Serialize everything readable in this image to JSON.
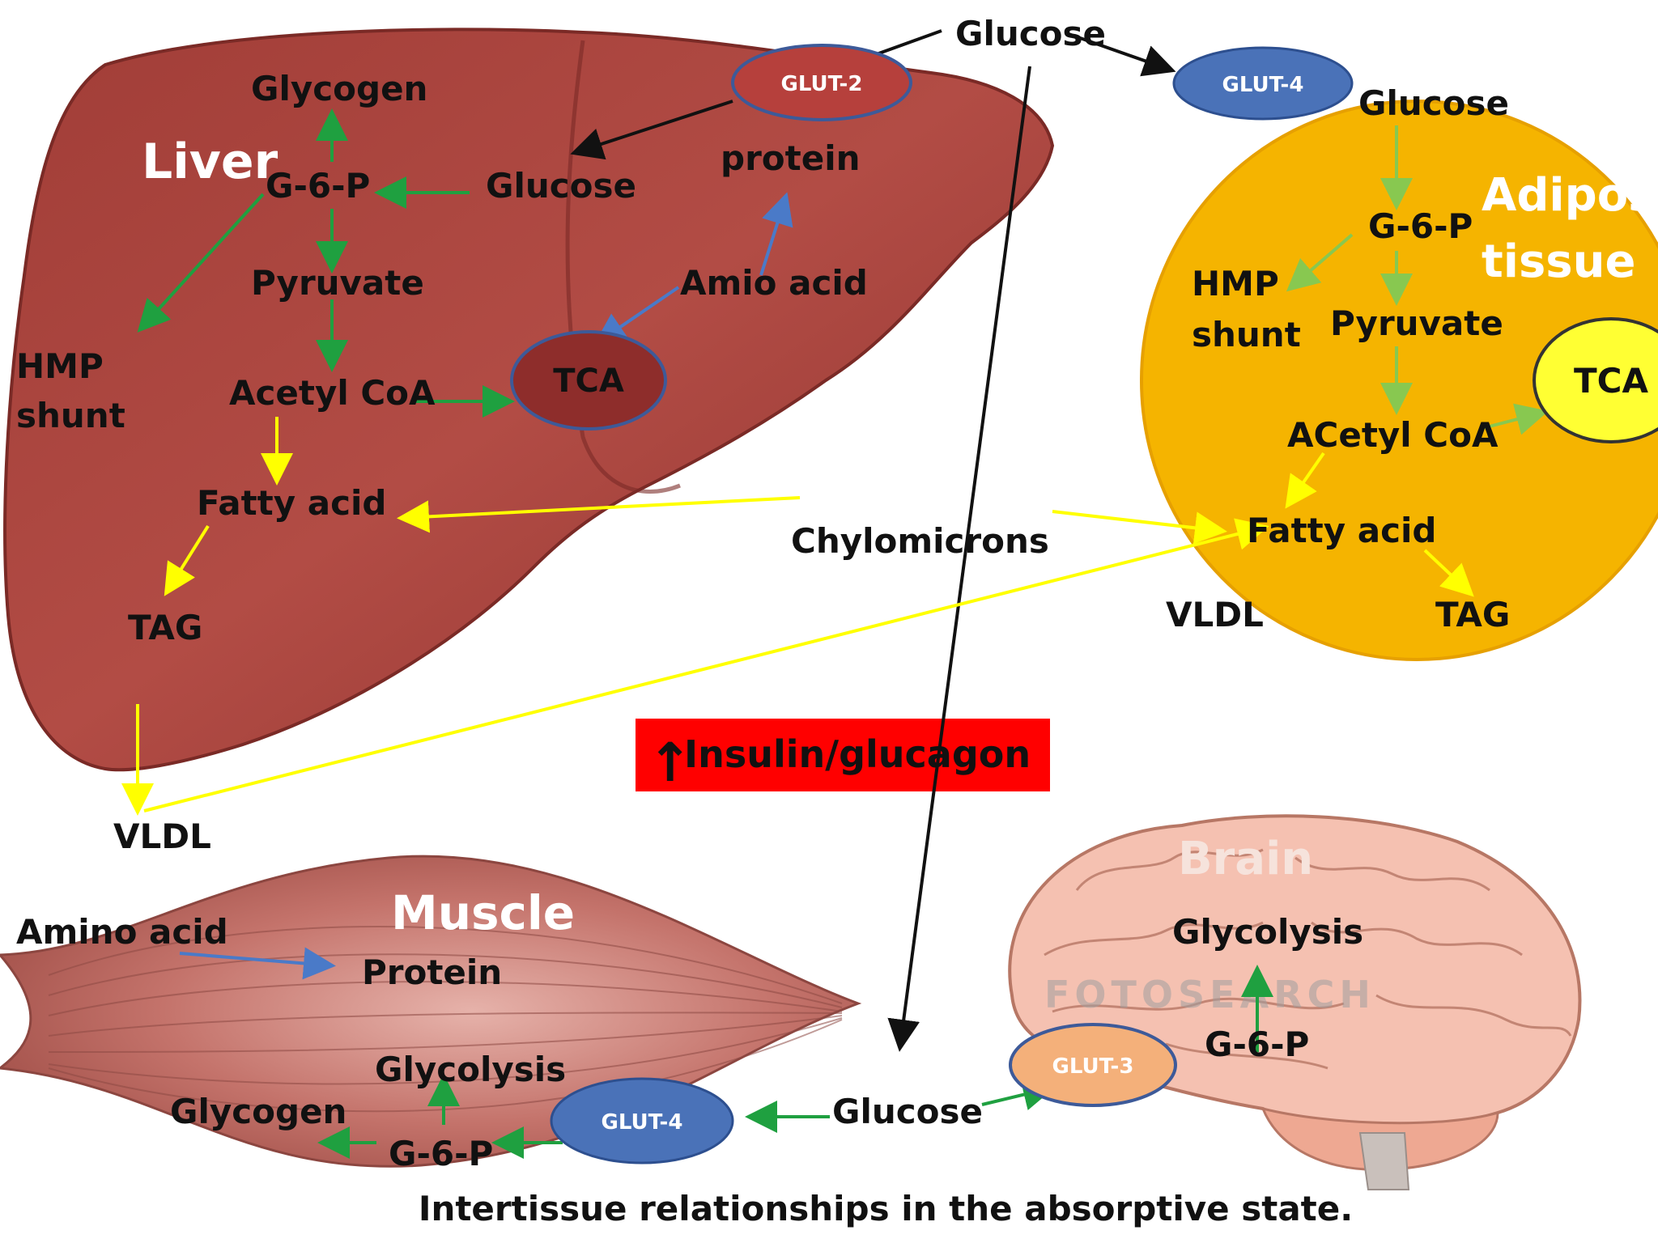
{
  "top": {
    "glucose": "Glucose",
    "glut2": "GLUT-2",
    "glut4": "GLUT-4"
  },
  "liver": {
    "title": "Liver",
    "glycogen": "Glycogen",
    "g6p": "G-6-P",
    "glucose": "Glucose",
    "protein": "protein",
    "amino_acid": "Amio acid",
    "pyruvate": "Pyruvate",
    "hmp_line1": "HMP",
    "hmp_line2": "shunt",
    "acetyl_coa": "Acetyl CoA",
    "tca": "TCA",
    "fatty_acid": "Fatty acid",
    "tag": "TAG",
    "vldl": "VLDL"
  },
  "adipose": {
    "title_line1": "Adipose",
    "title_line2": "tissue",
    "glucose": "Glucose",
    "g6p": "G-6-P",
    "hmp_line1": "HMP",
    "hmp_line2": "shunt",
    "pyruvate": "Pyruvate",
    "tca": "TCA",
    "acetyl_coa": "ACetyl CoA",
    "fatty_acid": "Fatty acid",
    "vldl": "VLDL",
    "tag": "TAG"
  },
  "center": {
    "chylomicrons": "Chylomicrons",
    "insulin_glucagon": "Insulin/glucagon",
    "arrow_up": "↑"
  },
  "muscle": {
    "title": "Muscle",
    "amino_acid": "Amino acid",
    "protein": "Protein",
    "glycolysis": "Glycolysis",
    "glycogen": "Glycogen",
    "g6p": "G-6-P",
    "glut4": "GLUT-4",
    "glucose": "Glucose"
  },
  "brain": {
    "title": "Brain",
    "glycolysis": "Glycolysis",
    "g6p": "G-6-P",
    "glut3": "GLUT-3",
    "watermark": "FOTOSEARCH"
  },
  "caption": "Intertissue relationships in the absorptive state.",
  "colors": {
    "liver": "#a8453f",
    "adipose": "#f5b400",
    "tca_yellow": "#ffff33",
    "glut_blue": "#4a72b8",
    "glut2_red": "#b6403c",
    "glut3_peach": "#f4b07a",
    "insulin_red": "#ff0000",
    "arrow_green": "#1fa040",
    "arrow_yellow": "#ffff00",
    "arrow_blue": "#4a7ac8"
  }
}
